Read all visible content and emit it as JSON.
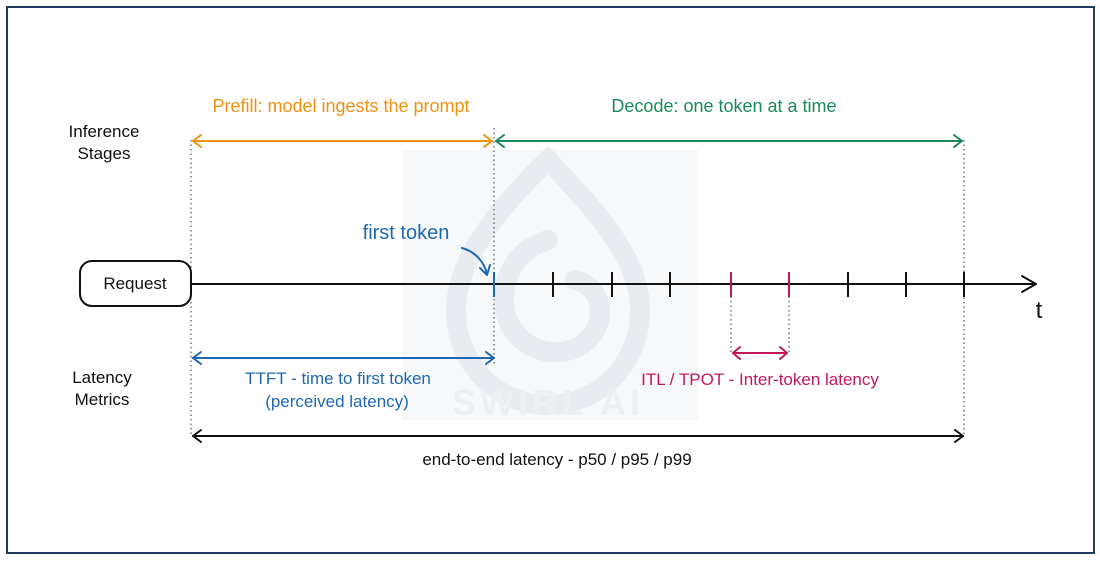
{
  "colors": {
    "frame": "#1f3a5f",
    "prefill": "#f0900f",
    "decode": "#1a8a5a",
    "ttft": "#1e68b3",
    "itl": "#c2185b",
    "axis": "#111111",
    "watermark": "#eef1f4"
  },
  "labels": {
    "inference_stages_line1": "Inference",
    "inference_stages_line2": "Stages",
    "latency_metrics_line1": "Latency",
    "latency_metrics_line2": "Metrics",
    "prefill": "Prefill: model ingests the prompt",
    "decode": "Decode: one token at a time",
    "request": "Request",
    "first_token": "first token",
    "time_axis": "t",
    "ttft_line1": "TTFT - time to first token",
    "ttft_line2": "(perceived latency)",
    "itl": "ITL / TPOT - Inter-token latency",
    "e2e": "end-to-end latency - p50 / p95 / p99"
  },
  "watermark": {
    "text": "SWIRL AI"
  },
  "icons": {
    "arrow_heads": "open-chevron-arrow-icon",
    "watermark_logo": "swirl-drop-logo-icon"
  }
}
